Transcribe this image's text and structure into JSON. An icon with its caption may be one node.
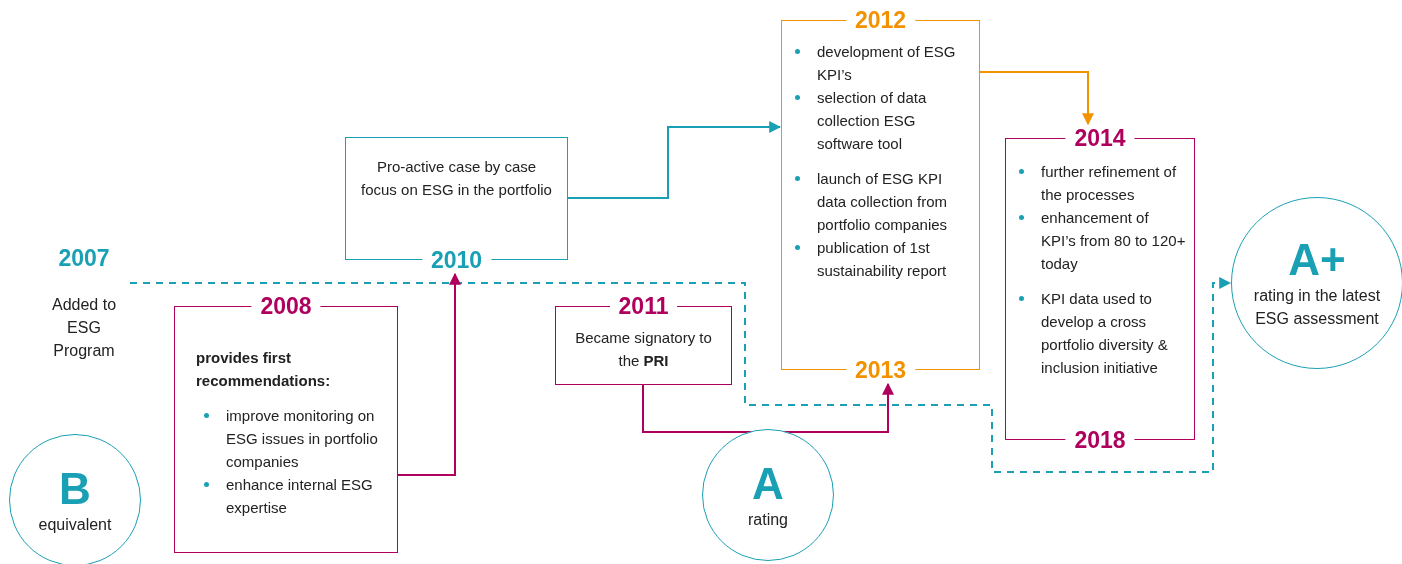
{
  "diagram": {
    "nodes": [
      {
        "text": [
          "2007",
          "Added to ESG Program"
        ]
      },
      {
        "text": [
          "B",
          "equivalent"
        ]
      },
      {
        "text": [
          "2008",
          "provides first recommendations:",
          "improve monitoring on ESG issues in portfolio companies",
          "enhance internal ESG expertise"
        ]
      },
      {
        "text": [
          "Pro-active case by case focus on ESG in the portfolio",
          "2010"
        ]
      },
      {
        "text": [
          "2011",
          "Became signatory to the **PRI**"
        ]
      },
      {
        "text": [
          "A",
          "rating"
        ]
      },
      {
        "text": [
          "2012",
          "development of ESG KPI’s",
          "selection of data collection ESG software tool",
          "launch of ESG KPI data collection from portfolio companies",
          "publication of 1st sustainability report",
          "2013"
        ]
      },
      {
        "text": [
          "2014",
          "further refinement of the processes",
          "enhancement of KPI’s from 80 to 120+ today",
          "KPI data used to develop a cross portfolio diversity & inclusion initiative",
          "2018"
        ]
      },
      {
        "text": [
          "A+",
          "rating in the latest ESG assessment"
        ]
      }
    ],
    "edges": [
      {
        "from": 0,
        "to": 8,
        "arrow": "to",
        "style": "dashed",
        "color": "#1aa0b4"
      },
      {
        "from": 2,
        "to": 3,
        "arrow": "to",
        "color": "#b0005e"
      },
      {
        "from": 3,
        "to": 6,
        "arrow": "to",
        "color": "#1aa0b4"
      },
      {
        "from": 4,
        "to": 6,
        "arrow": "to",
        "color": "#b0005e"
      },
      {
        "from": 6,
        "to": 7,
        "arrow": "to",
        "color": "#f39200"
      }
    ]
  }
}
